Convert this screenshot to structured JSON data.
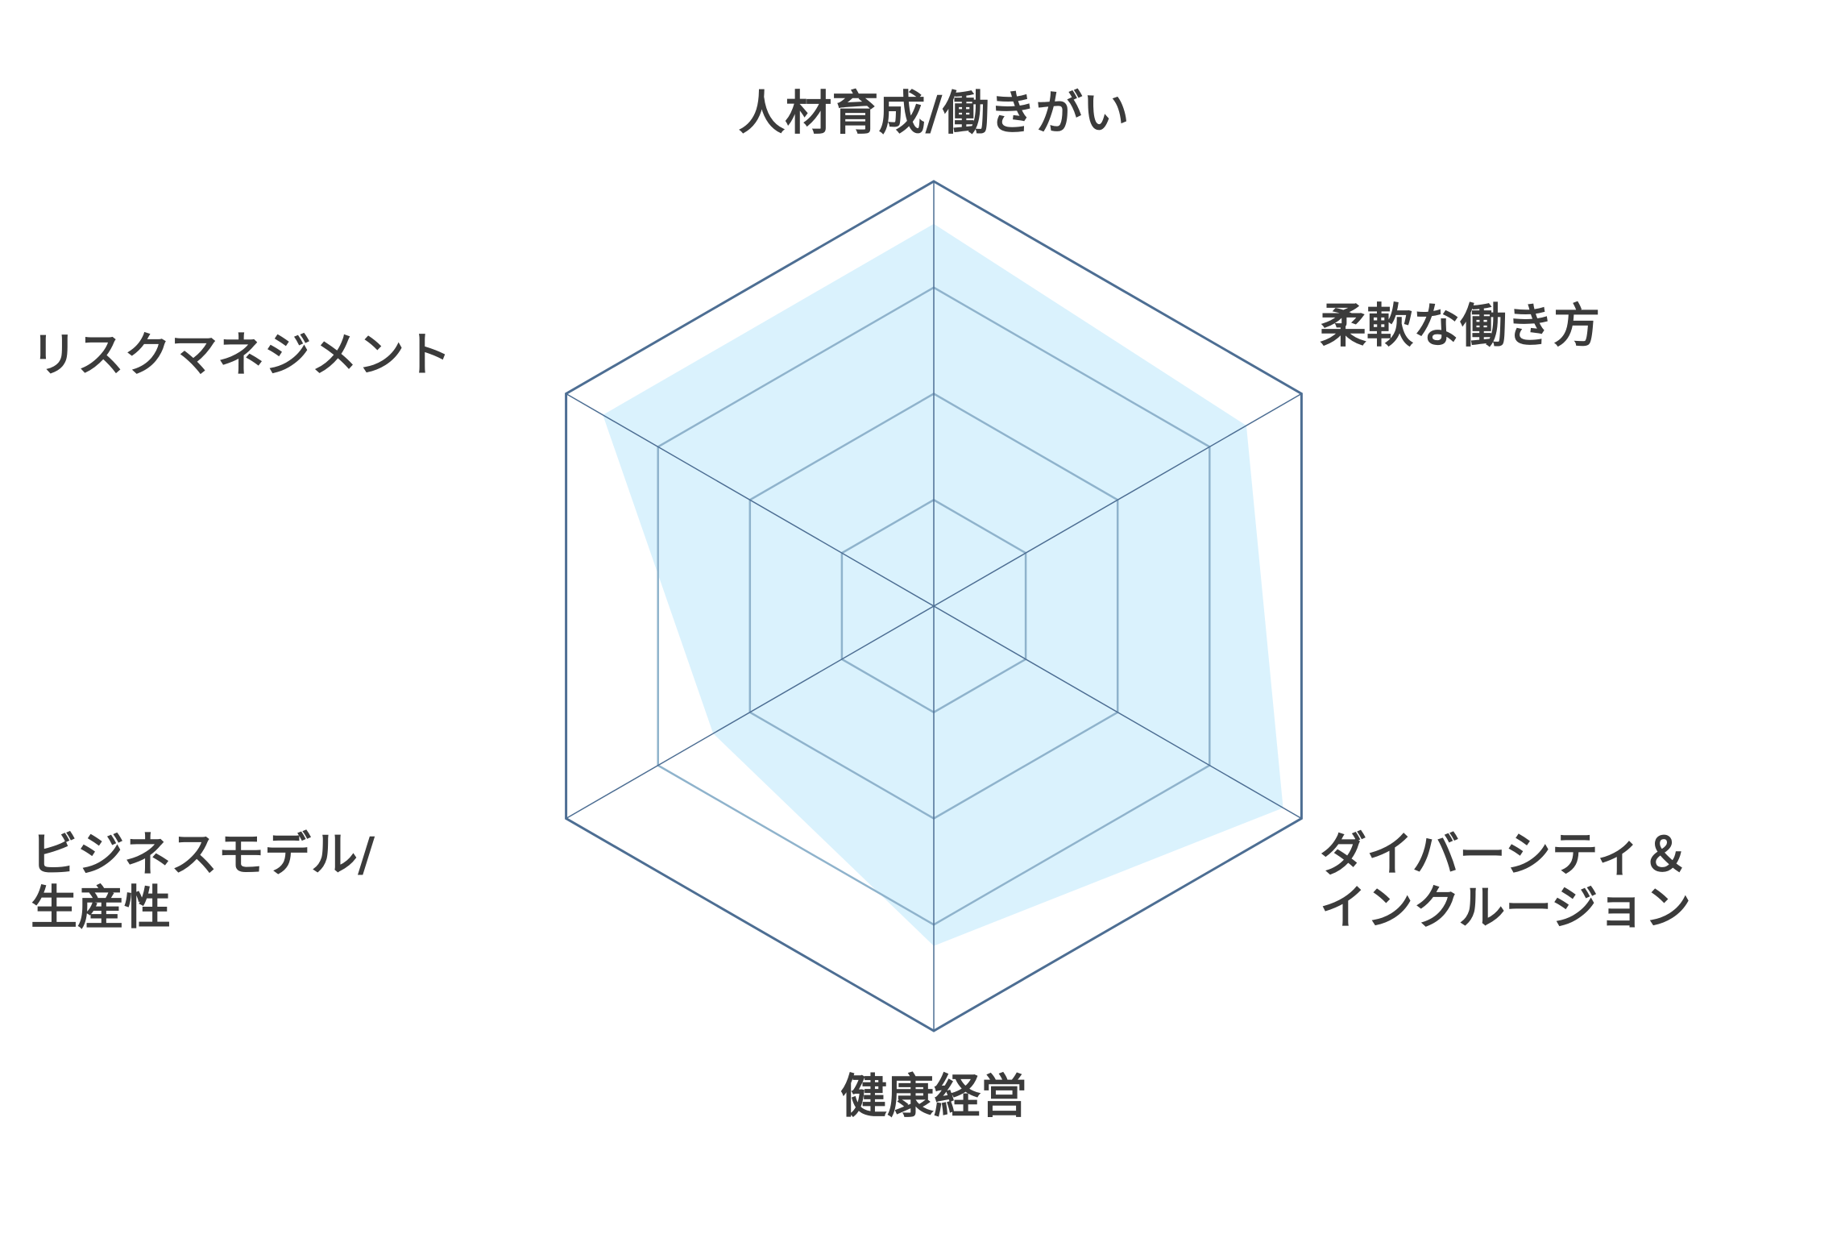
{
  "chart_data": {
    "type": "radar",
    "title": "",
    "categories": [
      [
        "人材育成/働きがい"
      ],
      [
        "柔軟な働き方"
      ],
      [
        "ダイバーシティ＆",
        "インクルージョン"
      ],
      [
        "健康経営"
      ],
      [
        "ビジネスモデル/",
        "生産性"
      ],
      [
        "リスクマネジメント"
      ]
    ],
    "series": [
      {
        "values": [
          3.6,
          3.4,
          3.8,
          3.2,
          2.4,
          3.6
        ]
      }
    ],
    "range": [
      0,
      4
    ],
    "rings": 4,
    "legend": "none",
    "colors": {
      "fill": "#cdeefc",
      "fill_opacity": 0.75,
      "ring_inner": "#8fb3cc",
      "ring_outer": "#4d6e93",
      "spoke": "#4d6e93",
      "label": "#3b3b3b"
    }
  }
}
